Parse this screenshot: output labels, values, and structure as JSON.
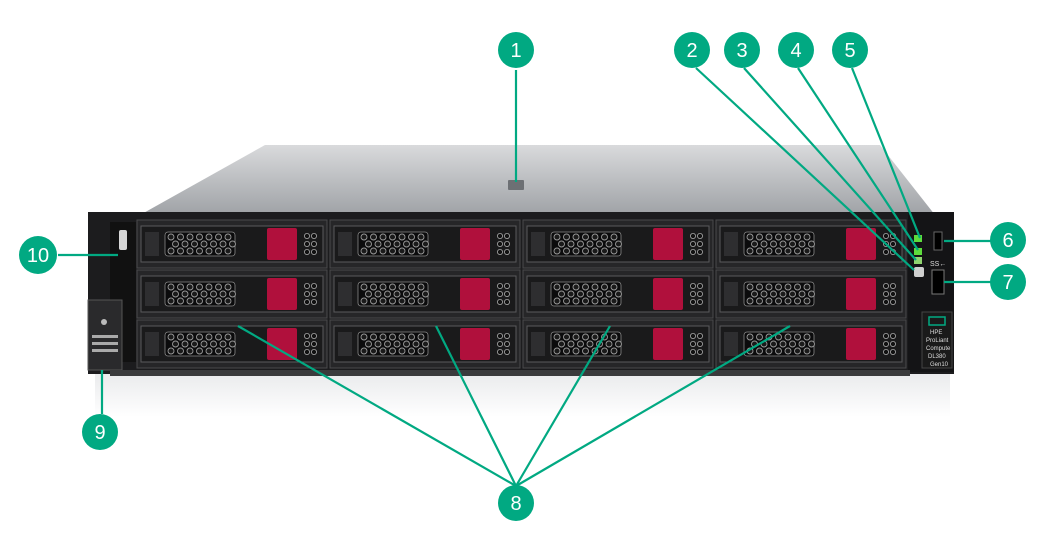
{
  "callouts": [
    {
      "id": "1",
      "label": "1"
    },
    {
      "id": "2",
      "label": "2"
    },
    {
      "id": "3",
      "label": "3"
    },
    {
      "id": "4",
      "label": "4"
    },
    {
      "id": "5",
      "label": "5"
    },
    {
      "id": "6",
      "label": "6"
    },
    {
      "id": "7",
      "label": "7"
    },
    {
      "id": "8",
      "label": "8"
    },
    {
      "id": "9",
      "label": "9"
    },
    {
      "id": "10",
      "label": "10"
    }
  ],
  "drive_bays": {
    "rows": 3,
    "columns": 4
  },
  "branding": {
    "badge_line1": "HPE",
    "badge_line2": "ProLiant",
    "badge_line3": "Compute",
    "badge_line4": "DL380",
    "badge_line5": "Gen10",
    "usb_label": "SS←"
  },
  "colors": {
    "callout_fill": "#01a982",
    "leader_line": "#01a982",
    "drive_latch": "#b0103c",
    "led_green": "#5ddc3c",
    "chassis_front": "#1c1c1e",
    "chassis_top": "#b7b9bc"
  }
}
